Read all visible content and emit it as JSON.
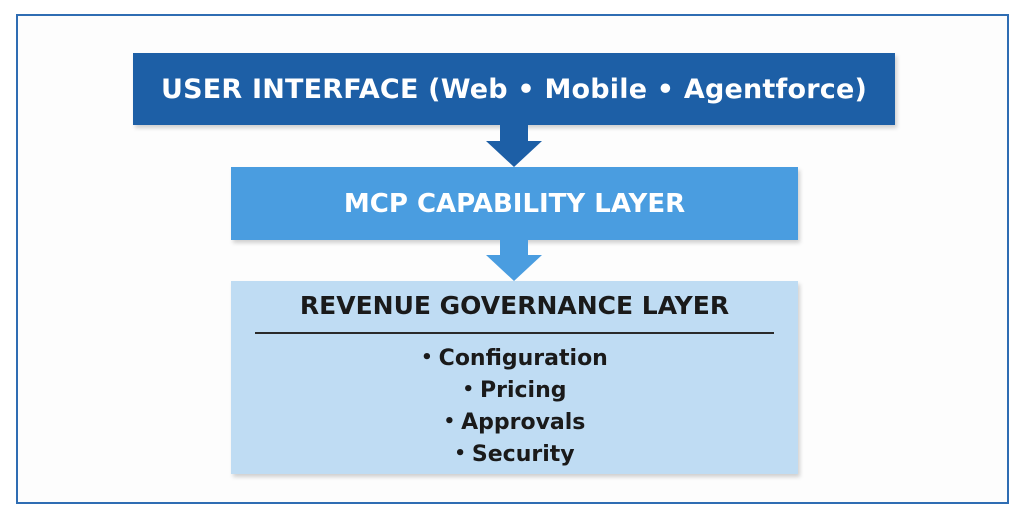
{
  "diagram": {
    "ui_layer": {
      "label": "USER INTERFACE (Web • Mobile • Agentforce)"
    },
    "mcp_layer": {
      "label": "MCP CAPABILITY LAYER"
    },
    "governance_layer": {
      "title": "REVENUE GOVERNANCE LAYER",
      "items": [
        "Configuration",
        "Pricing",
        "Approvals",
        "Security"
      ]
    },
    "colors": {
      "ui_box": "#1d5fa6",
      "mcp_box": "#4a9de0",
      "governance_box": "#bfdcf3",
      "arrow_dark": "#1d5fa6",
      "arrow_light": "#4a9de0",
      "frame_border": "#2f6db3"
    }
  }
}
